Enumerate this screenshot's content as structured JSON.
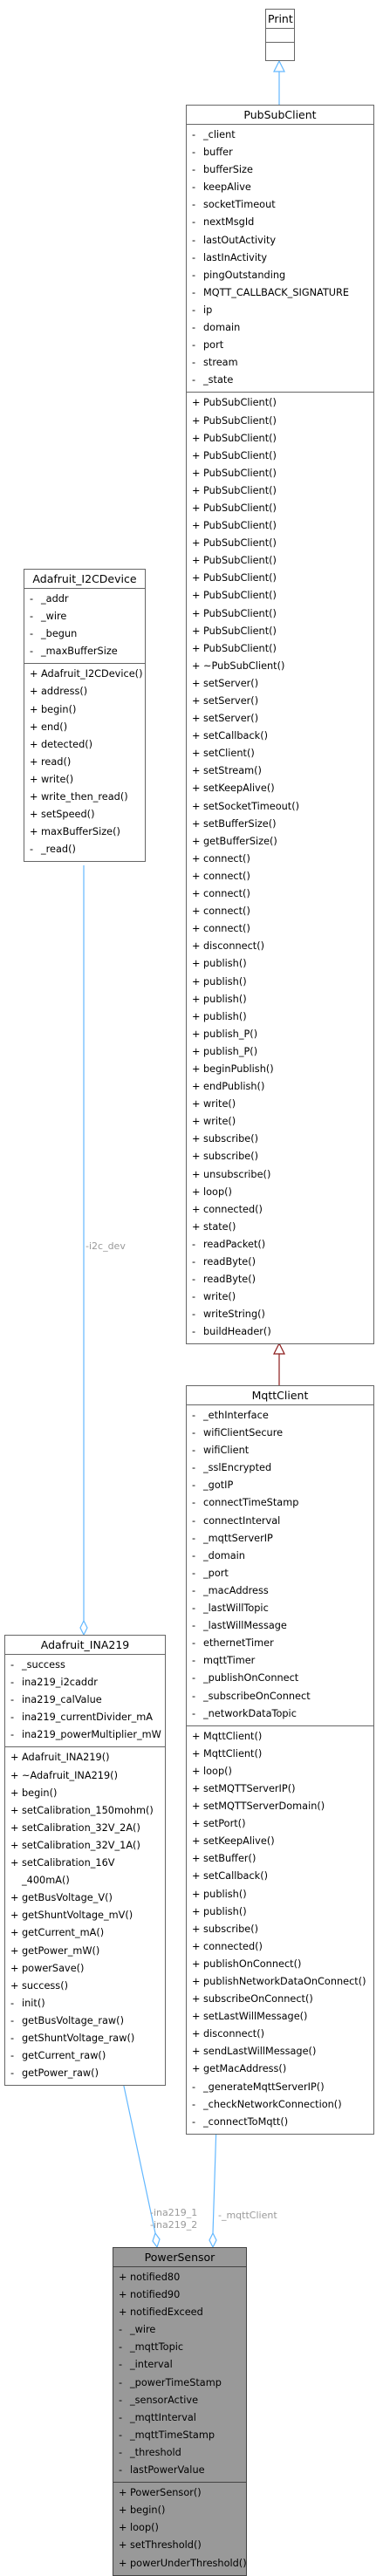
{
  "classes": {
    "print": {
      "name": "Print",
      "attributes": [],
      "methods": []
    },
    "pubsubclient": {
      "name": "PubSubClient",
      "attributes": [
        {
          "vis": "-",
          "text": "_client"
        },
        {
          "vis": "-",
          "text": "buffer"
        },
        {
          "vis": "-",
          "text": "bufferSize"
        },
        {
          "vis": "-",
          "text": "keepAlive"
        },
        {
          "vis": "-",
          "text": "socketTimeout"
        },
        {
          "vis": "-",
          "text": "nextMsgId"
        },
        {
          "vis": "-",
          "text": "lastOutActivity"
        },
        {
          "vis": "-",
          "text": "lastInActivity"
        },
        {
          "vis": "-",
          "text": "pingOutstanding"
        },
        {
          "vis": "-",
          "text": "MQTT_CALLBACK_SIGNATURE"
        },
        {
          "vis": "-",
          "text": "ip"
        },
        {
          "vis": "-",
          "text": "domain"
        },
        {
          "vis": "-",
          "text": "port"
        },
        {
          "vis": "-",
          "text": "stream"
        },
        {
          "vis": "-",
          "text": "_state"
        }
      ],
      "methods": [
        {
          "vis": "+",
          "text": "PubSubClient()"
        },
        {
          "vis": "+",
          "text": "PubSubClient()"
        },
        {
          "vis": "+",
          "text": "PubSubClient()"
        },
        {
          "vis": "+",
          "text": "PubSubClient()"
        },
        {
          "vis": "+",
          "text": "PubSubClient()"
        },
        {
          "vis": "+",
          "text": "PubSubClient()"
        },
        {
          "vis": "+",
          "text": "PubSubClient()"
        },
        {
          "vis": "+",
          "text": "PubSubClient()"
        },
        {
          "vis": "+",
          "text": "PubSubClient()"
        },
        {
          "vis": "+",
          "text": "PubSubClient()"
        },
        {
          "vis": "+",
          "text": "PubSubClient()"
        },
        {
          "vis": "+",
          "text": "PubSubClient()"
        },
        {
          "vis": "+",
          "text": "PubSubClient()"
        },
        {
          "vis": "+",
          "text": "PubSubClient()"
        },
        {
          "vis": "+",
          "text": "PubSubClient()"
        },
        {
          "vis": "+",
          "text": "~PubSubClient()"
        },
        {
          "vis": "+",
          "text": "setServer()"
        },
        {
          "vis": "+",
          "text": "setServer()"
        },
        {
          "vis": "+",
          "text": "setServer()"
        },
        {
          "vis": "+",
          "text": "setCallback()"
        },
        {
          "vis": "+",
          "text": "setClient()"
        },
        {
          "vis": "+",
          "text": "setStream()"
        },
        {
          "vis": "+",
          "text": "setKeepAlive()"
        },
        {
          "vis": "+",
          "text": "setSocketTimeout()"
        },
        {
          "vis": "+",
          "text": "setBufferSize()"
        },
        {
          "vis": "+",
          "text": "getBufferSize()"
        },
        {
          "vis": "+",
          "text": "connect()"
        },
        {
          "vis": "+",
          "text": "connect()"
        },
        {
          "vis": "+",
          "text": "connect()"
        },
        {
          "vis": "+",
          "text": "connect()"
        },
        {
          "vis": "+",
          "text": "connect()"
        },
        {
          "vis": "+",
          "text": "disconnect()"
        },
        {
          "vis": "+",
          "text": "publish()"
        },
        {
          "vis": "+",
          "text": "publish()"
        },
        {
          "vis": "+",
          "text": "publish()"
        },
        {
          "vis": "+",
          "text": "publish()"
        },
        {
          "vis": "+",
          "text": "publish_P()"
        },
        {
          "vis": "+",
          "text": "publish_P()"
        },
        {
          "vis": "+",
          "text": "beginPublish()"
        },
        {
          "vis": "+",
          "text": "endPublish()"
        },
        {
          "vis": "+",
          "text": "write()"
        },
        {
          "vis": "+",
          "text": "write()"
        },
        {
          "vis": "+",
          "text": "subscribe()"
        },
        {
          "vis": "+",
          "text": "subscribe()"
        },
        {
          "vis": "+",
          "text": "unsubscribe()"
        },
        {
          "vis": "+",
          "text": "loop()"
        },
        {
          "vis": "+",
          "text": "connected()"
        },
        {
          "vis": "+",
          "text": "state()"
        },
        {
          "vis": "-",
          "text": "readPacket()"
        },
        {
          "vis": "-",
          "text": "readByte()"
        },
        {
          "vis": "-",
          "text": "readByte()"
        },
        {
          "vis": "-",
          "text": "write()"
        },
        {
          "vis": "-",
          "text": "writeString()"
        },
        {
          "vis": "-",
          "text": "buildHeader()"
        }
      ]
    },
    "adafruit_i2cdevice": {
      "name": "Adafruit_I2CDevice",
      "attributes": [
        {
          "vis": "-",
          "text": "_addr"
        },
        {
          "vis": "-",
          "text": "_wire"
        },
        {
          "vis": "-",
          "text": "_begun"
        },
        {
          "vis": "-",
          "text": "_maxBufferSize"
        }
      ],
      "methods": [
        {
          "vis": "+",
          "text": "Adafruit_I2CDevice()"
        },
        {
          "vis": "+",
          "text": "address()"
        },
        {
          "vis": "+",
          "text": "begin()"
        },
        {
          "vis": "+",
          "text": "end()"
        },
        {
          "vis": "+",
          "text": "detected()"
        },
        {
          "vis": "+",
          "text": "read()"
        },
        {
          "vis": "+",
          "text": "write()"
        },
        {
          "vis": "+",
          "text": "write_then_read()"
        },
        {
          "vis": "+",
          "text": "setSpeed()"
        },
        {
          "vis": "+",
          "text": "maxBufferSize()"
        },
        {
          "vis": "-",
          "text": "_read()"
        }
      ]
    },
    "mqttclient": {
      "name": "MqttClient",
      "attributes": [
        {
          "vis": "-",
          "text": "_ethInterface"
        },
        {
          "vis": "-",
          "text": "wifiClientSecure"
        },
        {
          "vis": "-",
          "text": "wifiClient"
        },
        {
          "vis": "-",
          "text": "_sslEncrypted"
        },
        {
          "vis": "-",
          "text": "_gotIP"
        },
        {
          "vis": "-",
          "text": "connectTimeStamp"
        },
        {
          "vis": "-",
          "text": "connectInterval"
        },
        {
          "vis": "-",
          "text": "_mqttServerIP"
        },
        {
          "vis": "-",
          "text": "_domain"
        },
        {
          "vis": "-",
          "text": "_port"
        },
        {
          "vis": "-",
          "text": "_macAddress"
        },
        {
          "vis": "-",
          "text": "_lastWillTopic"
        },
        {
          "vis": "-",
          "text": "_lastWillMessage"
        },
        {
          "vis": "-",
          "text": "ethernetTimer"
        },
        {
          "vis": "-",
          "text": "mqttTimer"
        },
        {
          "vis": "-",
          "text": "_publishOnConnect"
        },
        {
          "vis": "-",
          "text": "_subscribeOnConnect"
        },
        {
          "vis": "-",
          "text": "_networkDataTopic"
        }
      ],
      "methods": [
        {
          "vis": "+",
          "text": "MqttClient()"
        },
        {
          "vis": "+",
          "text": "MqttClient()"
        },
        {
          "vis": "+",
          "text": "loop()"
        },
        {
          "vis": "+",
          "text": "setMQTTServerIP()"
        },
        {
          "vis": "+",
          "text": "setMQTTServerDomain()"
        },
        {
          "vis": "+",
          "text": "setPort()"
        },
        {
          "vis": "+",
          "text": "setKeepAlive()"
        },
        {
          "vis": "+",
          "text": "setBuffer()"
        },
        {
          "vis": "+",
          "text": "setCallback()"
        },
        {
          "vis": "+",
          "text": "publish()"
        },
        {
          "vis": "+",
          "text": "publish()"
        },
        {
          "vis": "+",
          "text": "subscribe()"
        },
        {
          "vis": "+",
          "text": "connected()"
        },
        {
          "vis": "+",
          "text": "publishOnConnect()"
        },
        {
          "vis": "+",
          "text": "publishNetworkDataOnConnect()"
        },
        {
          "vis": "+",
          "text": "subscribeOnConnect()"
        },
        {
          "vis": "+",
          "text": "setLastWillMessage()"
        },
        {
          "vis": "+",
          "text": "disconnect()"
        },
        {
          "vis": "+",
          "text": "sendLastWillMessage()"
        },
        {
          "vis": "+",
          "text": "getMacAddress()"
        },
        {
          "vis": "-",
          "text": "_generateMqttServerIP()"
        },
        {
          "vis": "-",
          "text": "_checkNetworkConnection()"
        },
        {
          "vis": "-",
          "text": "_connectToMqtt()"
        }
      ]
    },
    "adafruit_ina219": {
      "name": "Adafruit_INA219",
      "attributes": [
        {
          "vis": "-",
          "text": "_success"
        },
        {
          "vis": "-",
          "text": "ina219_i2caddr"
        },
        {
          "vis": "-",
          "text": "ina219_calValue"
        },
        {
          "vis": "-",
          "text": "ina219_currentDivider_mA"
        },
        {
          "vis": "-",
          "text": "ina219_powerMultiplier_mW"
        }
      ],
      "methods": [
        {
          "vis": "+",
          "text": "Adafruit_INA219()"
        },
        {
          "vis": "+",
          "text": "~Adafruit_INA219()"
        },
        {
          "vis": "+",
          "text": "begin()"
        },
        {
          "vis": "+",
          "text": "setCalibration_150mohm()"
        },
        {
          "vis": "+",
          "text": "setCalibration_32V_2A()"
        },
        {
          "vis": "+",
          "text": "setCalibration_32V_1A()"
        },
        {
          "vis": "+",
          "text": "setCalibration_16V\n_400mA()"
        },
        {
          "vis": "+",
          "text": "getBusVoltage_V()"
        },
        {
          "vis": "+",
          "text": "getShuntVoltage_mV()"
        },
        {
          "vis": "+",
          "text": "getCurrent_mA()"
        },
        {
          "vis": "+",
          "text": "getPower_mW()"
        },
        {
          "vis": "+",
          "text": "powerSave()"
        },
        {
          "vis": "+",
          "text": "success()"
        },
        {
          "vis": "-",
          "text": "init()"
        },
        {
          "vis": "-",
          "text": "getBusVoltage_raw()"
        },
        {
          "vis": "-",
          "text": "getShuntVoltage_raw()"
        },
        {
          "vis": "-",
          "text": "getCurrent_raw()"
        },
        {
          "vis": "-",
          "text": "getPower_raw()"
        }
      ]
    },
    "powersensor": {
      "name": "PowerSensor",
      "attributes": [
        {
          "vis": "+",
          "text": "notified80"
        },
        {
          "vis": "+",
          "text": "notified90"
        },
        {
          "vis": "+",
          "text": "notifiedExceed"
        },
        {
          "vis": "-",
          "text": "_wire"
        },
        {
          "vis": "-",
          "text": "_mqttTopic"
        },
        {
          "vis": "-",
          "text": "_interval"
        },
        {
          "vis": "-",
          "text": "_powerTimeStamp"
        },
        {
          "vis": "-",
          "text": "_sensorActive"
        },
        {
          "vis": "-",
          "text": "_mqttInterval"
        },
        {
          "vis": "-",
          "text": "_mqttTimeStamp"
        },
        {
          "vis": "-",
          "text": "_threshold"
        },
        {
          "vis": "-",
          "text": "lastPowerValue"
        }
      ],
      "methods": [
        {
          "vis": "+",
          "text": "PowerSensor()"
        },
        {
          "vis": "+",
          "text": "begin()"
        },
        {
          "vis": "+",
          "text": "loop()"
        },
        {
          "vis": "+",
          "text": "setThreshold()"
        },
        {
          "vis": "+",
          "text": "powerUnderThreshold()"
        }
      ]
    }
  },
  "edge_labels": {
    "i2c_dev": "-i2c_dev",
    "ina219_1": "-ina219_1",
    "ina219_2": "-ina219_2",
    "mqttclient": "-_mqttClient"
  },
  "colors": {
    "inheritance_blue": "#63B8FF",
    "inheritance_red": "#8B1A1A",
    "composition_blue": "#63B8FF",
    "highlight": "#999999"
  }
}
